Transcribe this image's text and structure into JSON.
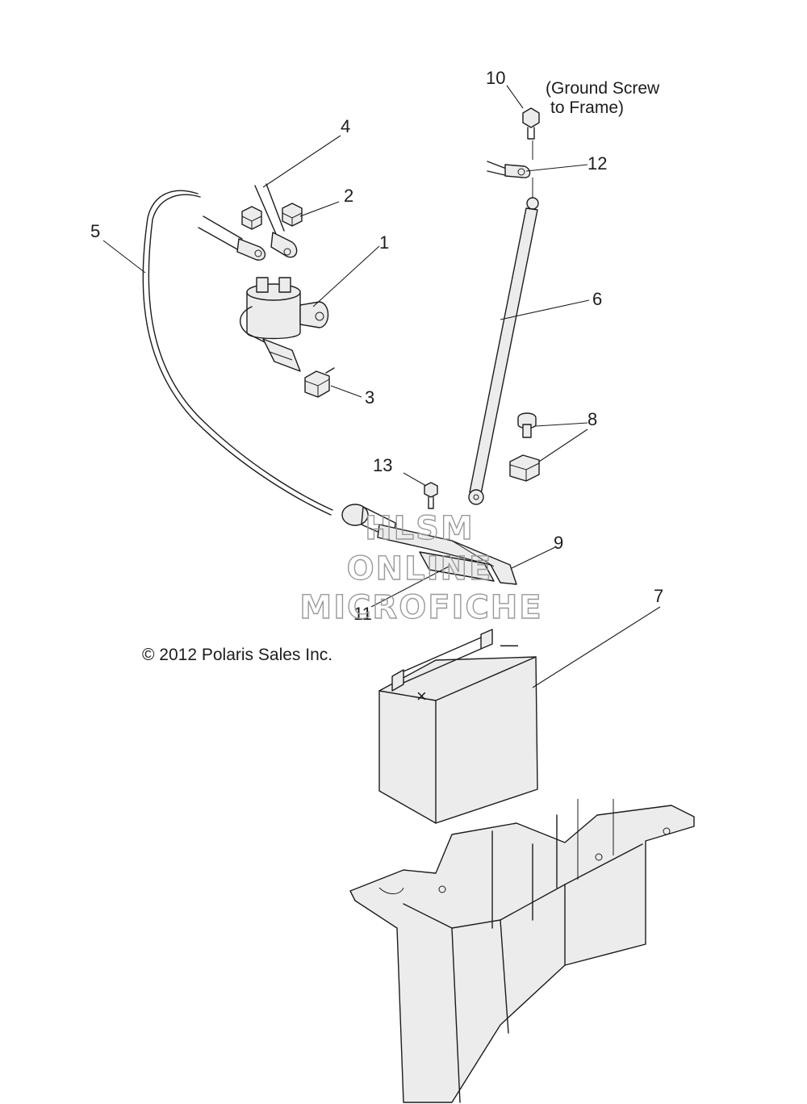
{
  "callouts": {
    "c1": "1",
    "c2": "2",
    "c3": "3",
    "c4": "4",
    "c5": "5",
    "c6": "6",
    "c7": "7",
    "c8": "8",
    "c9": "9",
    "c10": "10",
    "c11": "11",
    "c12": "12",
    "c13": "13"
  },
  "note": {
    "line1": "(Ground Screw",
    "line2": "to Frame)"
  },
  "copyright": "© 2012 Polaris Sales Inc.",
  "battery_marks": {
    "positive": "×",
    "negative": "—"
  },
  "watermark": {
    "line1": "HLSM",
    "line2": "ONLINE",
    "line3": "MICROFICHE"
  }
}
